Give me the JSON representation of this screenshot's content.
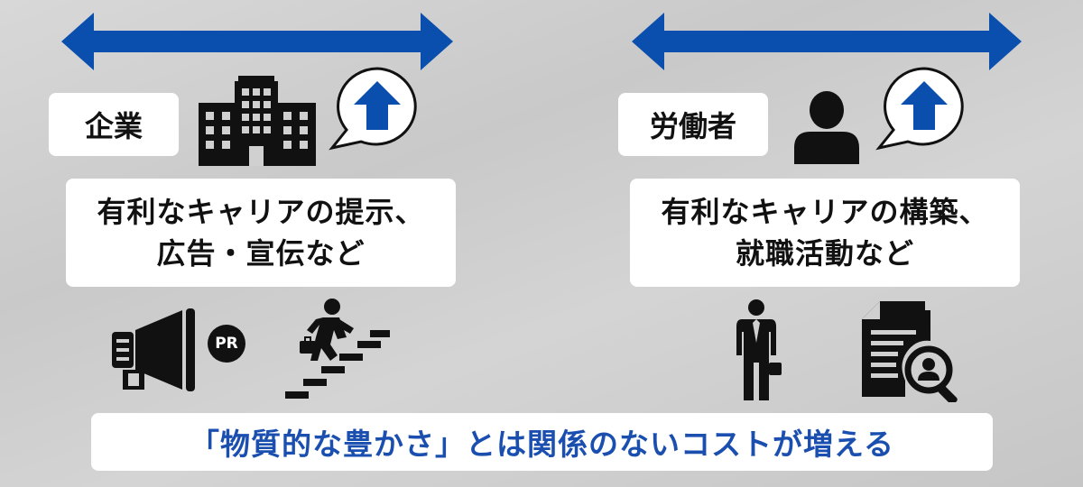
{
  "left": {
    "label": "企業",
    "line1": "有利なキャリアの提示、",
    "line2": "広告・宣伝など",
    "badge_text": "PR"
  },
  "right": {
    "label": "労働者",
    "line1": "有利なキャリアの構築、",
    "line2": "就職活動など"
  },
  "banner": {
    "text": "「物質的な豊かさ」とは関係のないコストが増える"
  },
  "colors": {
    "arrow_blue": "#0b4fae",
    "banner_text": "#1a4fb0",
    "icon_black": "#111111"
  },
  "icons": [
    "double-arrow-icon",
    "office-building-icon",
    "up-arrow-speech-bubble-icon",
    "person-icon",
    "megaphone-icon",
    "pr-badge-icon",
    "businessman-climbing-stairs-icon",
    "businessman-standing-icon",
    "resume-search-icon"
  ]
}
